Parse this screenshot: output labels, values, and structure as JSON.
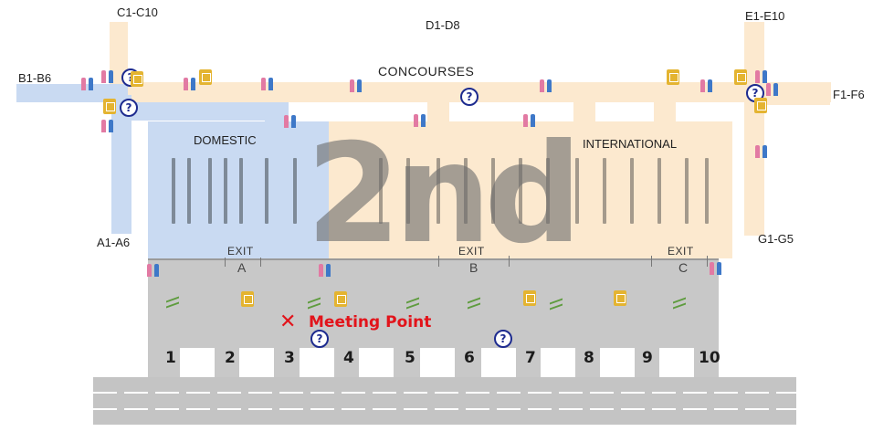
{
  "concourse_labels": {
    "c": "C1-C10",
    "d": "D1-D8",
    "e": "E1-E10",
    "b": "B1-B6",
    "f": "F1-F6",
    "a": "A1-A6",
    "g": "G1-G5"
  },
  "concourses_title": "CONCOURSES",
  "areas": {
    "domestic": "DOMESTIC",
    "international": "INTERNATIONAL"
  },
  "level": "2nd",
  "exits": [
    {
      "label": "EXIT",
      "letter": "A"
    },
    {
      "label": "EXIT",
      "letter": "B"
    },
    {
      "label": "EXIT",
      "letter": "C"
    }
  ],
  "doors": [
    "1",
    "2",
    "3",
    "4",
    "5",
    "6",
    "7",
    "8",
    "9",
    "10"
  ],
  "meeting_point": {
    "symbol": "✕",
    "label": "Meeting Point"
  },
  "icons": {
    "info": "?",
    "restroom": "restroom-icon",
    "elevator": "elevator-icon",
    "escalator": "escalator-icon"
  },
  "colors": {
    "domestic": "#c9daf2",
    "international": "#fce9cf",
    "arrival_area": "#c8c8c8",
    "meeting_point": "#e2141b",
    "info": "#1d2b8f"
  }
}
